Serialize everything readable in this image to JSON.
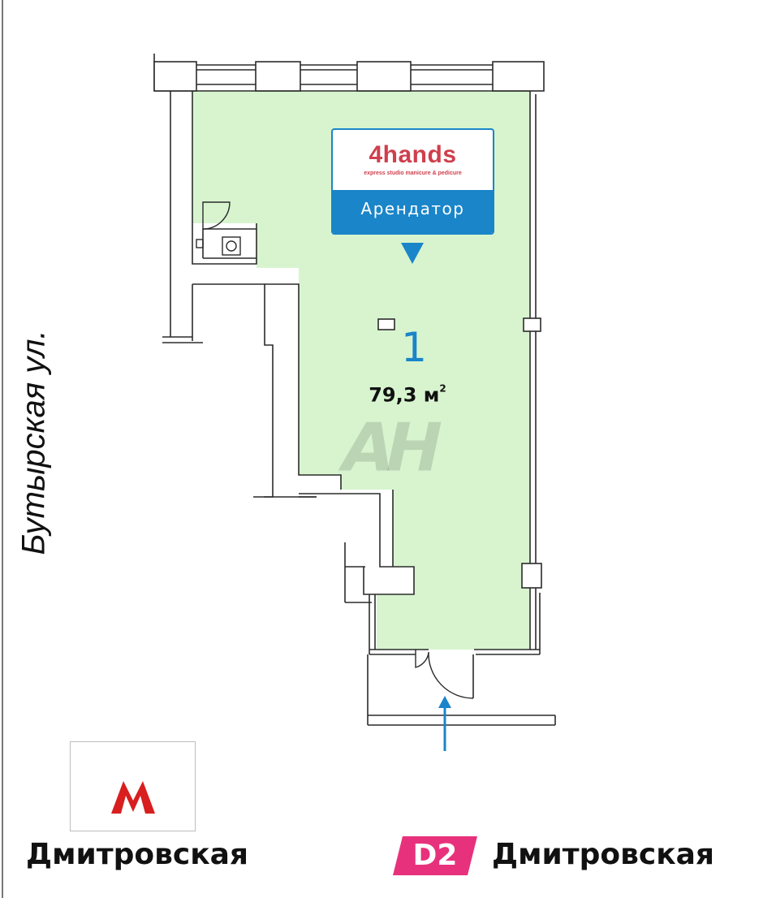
{
  "street": {
    "name": "Бутырская ул."
  },
  "tenant": {
    "brand_name": "4hands",
    "brand_tagline": "express studio manicure & pedicure",
    "label": "Арендатор"
  },
  "room": {
    "number": "1",
    "area_value": "79,3 м",
    "area_unit_sup": "2"
  },
  "watermark": {
    "text": "АН"
  },
  "metro": {
    "icon": "metro-m-icon",
    "station": "Дмитровская"
  },
  "d2": {
    "badge": "D2",
    "station": "Дмитровская"
  },
  "colors": {
    "room_fill": "#d7f4cf",
    "wall": "#2b2b2b",
    "accent_blue": "#1a85c9",
    "brand_red": "#cf3f4d",
    "metro_red": "#d81e1e",
    "d2_pink": "#e8317c"
  }
}
